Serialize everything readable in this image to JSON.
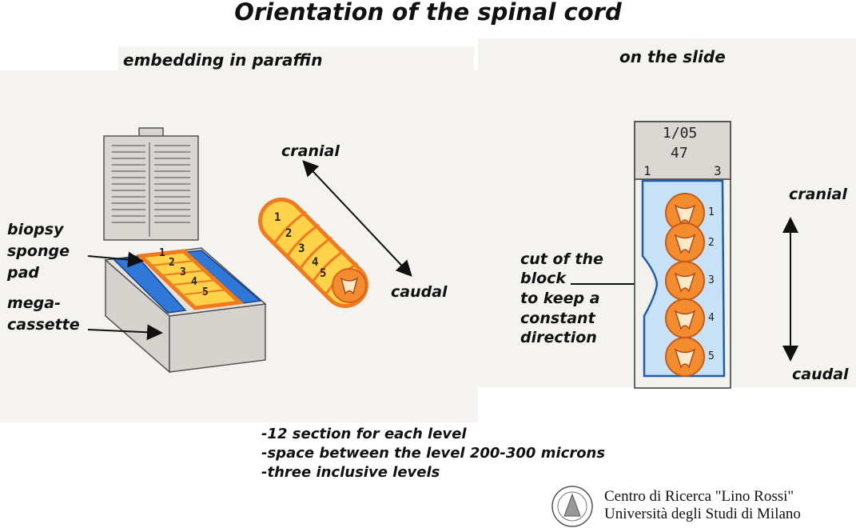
{
  "title": "Orientation of the spinal cord",
  "left_heading": "embedding in paraffin",
  "right_heading": "on the slide",
  "left_labels": {
    "biopsy": [
      "biopsy",
      "sponge",
      "pad"
    ],
    "mega": [
      "mega-",
      "cassette"
    ],
    "cranial": "cranial",
    "caudal": "caudal"
  },
  "segment_numbers": [
    "1",
    "2",
    "3",
    "4",
    "5"
  ],
  "slide": {
    "label_line1": "1/05",
    "label_line2": "47",
    "corner_left": "1",
    "corner_right": "3",
    "section_numbers": [
      "1",
      "2",
      "3",
      "4",
      "5"
    ]
  },
  "right_labels": {
    "cut": [
      "cut of the",
      "block",
      "to keep a",
      "constant",
      "direction"
    ],
    "cranial": "cranial",
    "caudal": "caudal"
  },
  "notes": [
    "-12 section for each level",
    "-space between the level 200-300 microns",
    "-three inclusive levels"
  ],
  "institution": {
    "line1": "Centro di Ricerca \"Lino Rossi\"",
    "line2": "Università degli Studi di Milano"
  },
  "colors": {
    "sponge": "#2f78d8",
    "tissue_orange": "#f07a1e",
    "tissue_yellow": "#ffd24a",
    "slide_blue": "#c7e2f6"
  }
}
